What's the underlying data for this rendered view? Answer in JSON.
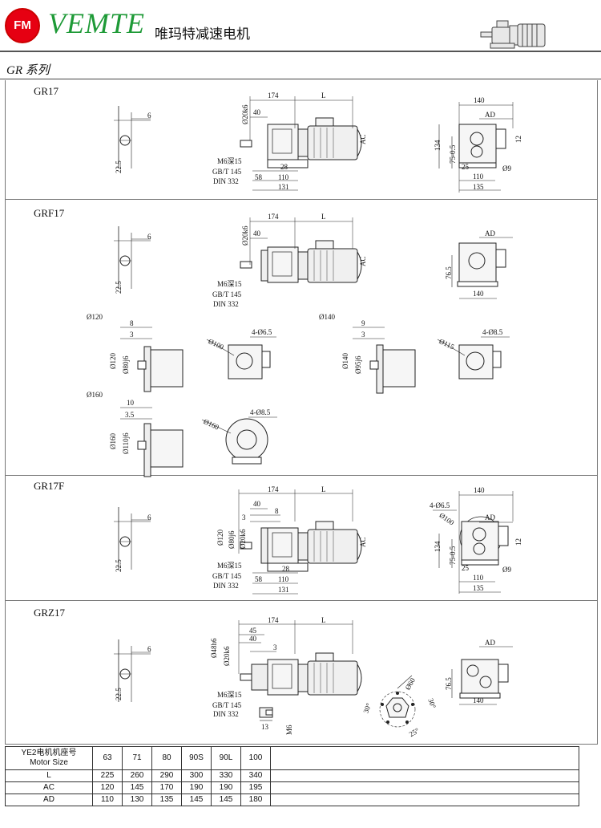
{
  "header": {
    "logo_text": "FM",
    "brand": "VEMTE",
    "brand_cn": "唯玛特减速电机",
    "brand_color": "#1e9a37",
    "logo_color": "#e60012"
  },
  "series_title": "GR 系列",
  "sections": {
    "gr17": {
      "title": "GR17",
      "shaft": {
        "key": "6",
        "height": "22.5"
      },
      "side": {
        "d174": "174",
        "dL": "L",
        "d40": "40",
        "shaft_dia": "Ø20k6",
        "ac": "AC",
        "thread": "M6深15",
        "gb": "GB/T 145",
        "din": "DIN 332",
        "d28": "28",
        "d58": "58",
        "d110": "110",
        "d131": "131"
      },
      "end": {
        "d140": "140",
        "ad": "AD",
        "d134": "134",
        "d75": "75-0.5",
        "d12": "12",
        "d25": "25",
        "d9": "Ø9",
        "d110": "110",
        "d135": "135"
      }
    },
    "grf17": {
      "title": "GRF17",
      "shaft": {
        "key": "6",
        "height": "22.5"
      },
      "side": {
        "d174": "174",
        "dL": "L",
        "d40": "40",
        "shaft_dia": "Ø20k6",
        "ac": "AC",
        "thread": "M6深15",
        "gb": "GB/T 145",
        "din": "DIN 332"
      },
      "end": {
        "ad": "AD",
        "d76": "76.5",
        "d140": "140"
      },
      "flanges": [
        {
          "name": "Ø120",
          "a": "8",
          "b": "3",
          "outer": "Ø120",
          "pilot": "Ø80j6",
          "pcd": "Ø100",
          "holes": "4-Ø6.5"
        },
        {
          "name": "Ø140",
          "a": "9",
          "b": "3",
          "outer": "Ø140",
          "pilot": "Ø95j6",
          "pcd": "Ø115",
          "holes": "4-Ø8.5"
        },
        {
          "name": "Ø160",
          "a": "10",
          "b": "3.5",
          "outer": "Ø160",
          "pilot": "Ø110j6",
          "pcd": "Ø160",
          "holes": "4-Ø8.5"
        }
      ]
    },
    "gr17f": {
      "title": "GR17F",
      "shaft": {
        "key": "6",
        "height": "22.5"
      },
      "side": {
        "d174": "174",
        "dL": "L",
        "d40": "40",
        "d8": "8",
        "d3": "3",
        "d120": "Ø120",
        "d80": "Ø80j6",
        "shaft_dia": "Ø20k6",
        "ac": "AC",
        "thread": "M6深15",
        "gb": "GB/T 145",
        "din": "DIN 332",
        "d28": "28",
        "d58": "58",
        "d110": "110",
        "d131": "131"
      },
      "end": {
        "d140": "140",
        "holes": "4-Ø6.5",
        "pcd": "Ø100",
        "ad": "AD",
        "d134": "134",
        "d75": "75-0.5",
        "d12": "12",
        "d25": "25",
        "d9": "Ø9",
        "d110": "110",
        "d135": "135"
      }
    },
    "grz17": {
      "title": "GRZ17",
      "shaft": {
        "key": "6",
        "height": "22.5"
      },
      "side": {
        "d174": "174",
        "dL": "L",
        "d45": "45",
        "d40": "40",
        "d3": "3",
        "d48": "Ø48h6",
        "shaft_dia": "Ø20k6",
        "thread": "M6深15",
        "gb": "GB/T 145",
        "din": "DIN 332",
        "d13": "13",
        "m6": "M6"
      },
      "end": {
        "ad": "AD",
        "d76": "76.5",
        "d140": "140"
      },
      "flange": {
        "pcd": "Ø60",
        "a1": "30°",
        "a2": "30°",
        "a3": "25°"
      }
    }
  },
  "table": {
    "header_label": "YE2电机机座号",
    "header_label_en": "Motor Size",
    "sizes": [
      "63",
      "71",
      "80",
      "90S",
      "90L",
      "100"
    ],
    "rows": [
      {
        "label": "L",
        "values": [
          "225",
          "260",
          "290",
          "300",
          "330",
          "340"
        ]
      },
      {
        "label": "AC",
        "values": [
          "120",
          "145",
          "170",
          "190",
          "190",
          "195"
        ]
      },
      {
        "label": "AD",
        "values": [
          "110",
          "130",
          "135",
          "145",
          "145",
          "180"
        ]
      }
    ]
  }
}
